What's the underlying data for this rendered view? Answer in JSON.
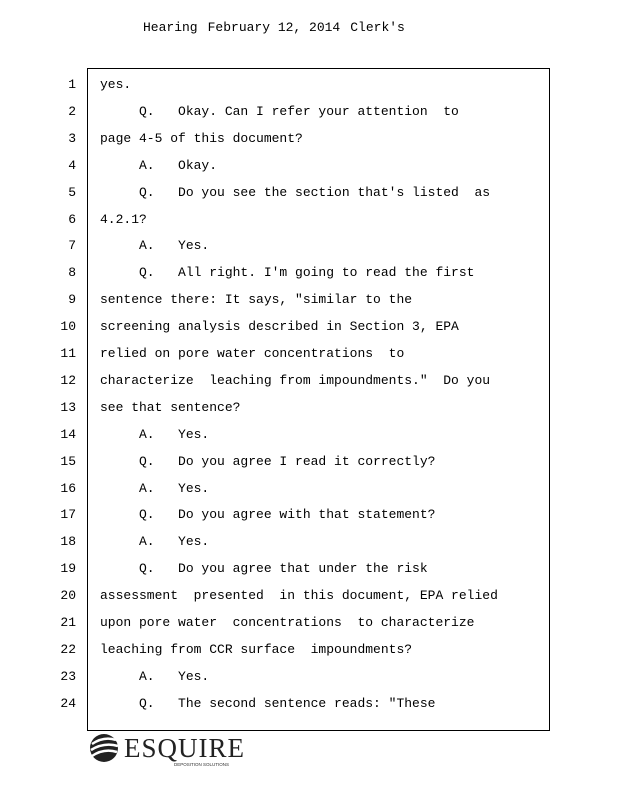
{
  "header": {
    "overlapped": [
      "Hearing",
      "February 12, 2014",
      "Clerk's"
    ]
  },
  "lines": [
    "yes.",
    "     Q.   Okay. Can I refer your attention  to",
    "page 4-5 of this document?",
    "     A.   Okay.",
    "     Q.   Do you see the section that's listed  as",
    "4.2.1?",
    "     A.   Yes.",
    "     Q.   All right. I'm going to read the first",
    "sentence there: It says, \"similar to the",
    "screening analysis described in Section 3, EPA",
    "relied on pore water concentrations  to",
    "characterize  leaching from impoundments.\"  Do you",
    "see that sentence?",
    "     A.   Yes.",
    "     Q.   Do you agree I read it correctly?",
    "     A.   Yes.",
    "     Q.   Do you agree with that statement?",
    "     A.   Yes.",
    "     Q.   Do you agree that under the risk",
    "assessment  presented  in this document, EPA relied",
    "upon pore water  concentrations  to characterize",
    "leaching from CCR surface  impoundments?",
    "     A.   Yes.",
    "     Q.   The second sentence reads: \"These"
  ],
  "logo": {
    "name": "ESQUIRE",
    "tagline": "DEPOSITION SOLUTIONS"
  }
}
